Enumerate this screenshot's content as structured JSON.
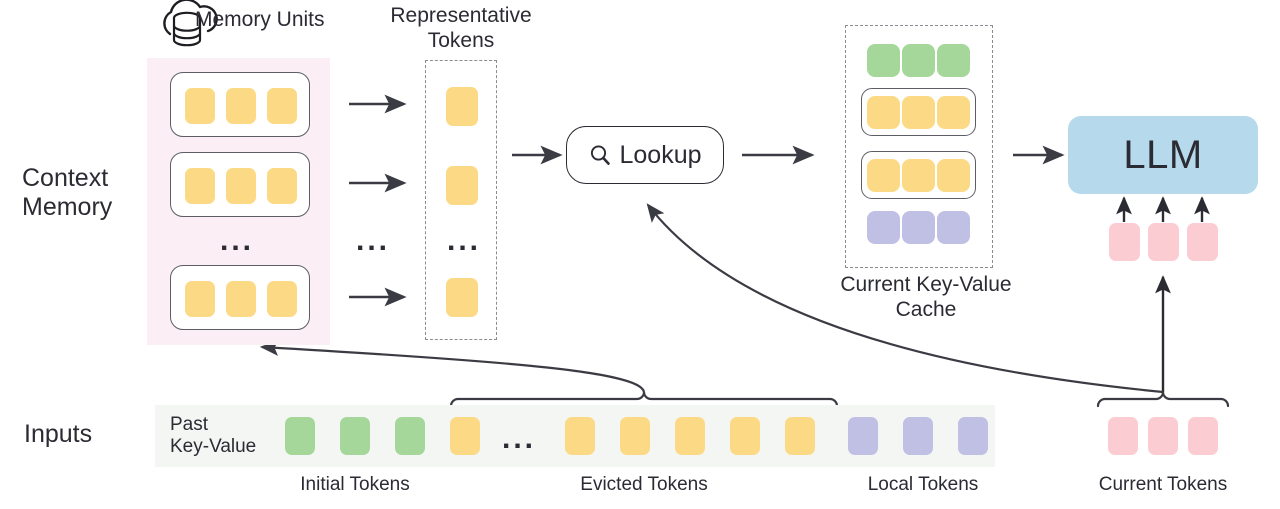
{
  "diagram": {
    "title_icon": "cloud-database-icon",
    "row_labels": {
      "context_memory": "Context\nMemory",
      "inputs": "Inputs"
    },
    "headings": {
      "memory_units": "Memory Units",
      "representative_tokens": "Representative\nTokens",
      "current_kv_cache": "Current Key-Value\nCache"
    },
    "lookup": {
      "label": "Lookup",
      "icon": "search-icon"
    },
    "llm": {
      "label": "LLM"
    },
    "inputs_row": {
      "past_kv_label": "Past\nKey-Value",
      "ellipsis": "...",
      "tokens": [
        {
          "color": "green",
          "group": "initial"
        },
        {
          "color": "green",
          "group": "initial"
        },
        {
          "color": "green",
          "group": "initial"
        },
        {
          "color": "yellow",
          "group": "evicted"
        },
        {
          "color": "yellow",
          "group": "evicted"
        },
        {
          "color": "yellow",
          "group": "evicted"
        },
        {
          "color": "yellow",
          "group": "evicted"
        },
        {
          "color": "yellow",
          "group": "evicted"
        },
        {
          "color": "yellow",
          "group": "evicted"
        },
        {
          "color": "purple",
          "group": "local"
        },
        {
          "color": "purple",
          "group": "local"
        },
        {
          "color": "purple",
          "group": "local"
        }
      ],
      "current_tokens": [
        {
          "color": "pink"
        },
        {
          "color": "pink"
        },
        {
          "color": "pink"
        }
      ]
    },
    "bottom_labels": {
      "initial": "Initial Tokens",
      "evicted": "Evicted Tokens",
      "local": "Local Tokens",
      "current": "Current Tokens"
    },
    "memory_units": {
      "count_shown": 3,
      "tokens_per_unit": 3,
      "ellipsis": "...",
      "token_color": "yellow"
    },
    "representative_tokens": {
      "count_shown": 3,
      "ellipsis": "...",
      "token_color": "yellow"
    },
    "kv_cache_rows": [
      {
        "color": "green",
        "boxed": false,
        "count": 3
      },
      {
        "color": "yellow",
        "boxed": true,
        "count": 3
      },
      {
        "color": "yellow",
        "boxed": true,
        "count": 3
      },
      {
        "color": "purple",
        "boxed": false,
        "count": 3
      }
    ],
    "ellipsis_between_arrows": "...",
    "colors": {
      "green": "#a6d79a",
      "yellow": "#fcda85",
      "purple": "#c0c0e4",
      "pink": "#fbcdd2",
      "blue": "#b6d9ec",
      "panel_pink": "#fbeef5",
      "strip_gray": "#f4f6f4",
      "stroke": "#3b3b44",
      "text": "#2b2b33"
    }
  }
}
